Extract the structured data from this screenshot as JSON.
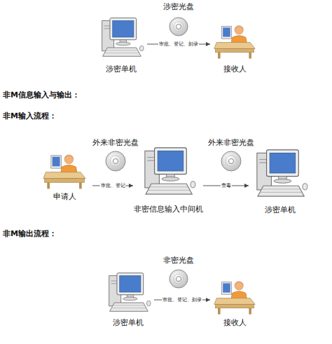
{
  "diagram": {
    "nodes": [
      {
        "text": [
          "涉密单机"
        ]
      },
      {
        "text": [
          "接收人"
        ]
      },
      {
        "text": [
          "申请人"
        ]
      },
      {
        "text": [
          "非密信息输入中间机"
        ]
      },
      {
        "text": [
          "涉密单机"
        ]
      },
      {
        "text": [
          "涉密单机"
        ]
      },
      {
        "text": [
          "接收人"
        ]
      }
    ],
    "edges": [
      {
        "from": 0,
        "to": 1,
        "label": "审批、登记、刻录",
        "arrow": "to"
      },
      {
        "from": 2,
        "to": 3,
        "label": "审批、登记",
        "arrow": "to"
      },
      {
        "from": 3,
        "to": 4,
        "label": "查毒",
        "arrow": "to"
      },
      {
        "from": 5,
        "to": 6,
        "label": "审批、登记、刻录",
        "arrow": "to"
      }
    ],
    "labels": [
      "涉密光盘",
      "非M信息输入与输出：",
      "非M输入流程：",
      "外来非密光盘",
      "外来非密光盘",
      "非M输出流程：",
      "非密光盘"
    ]
  }
}
